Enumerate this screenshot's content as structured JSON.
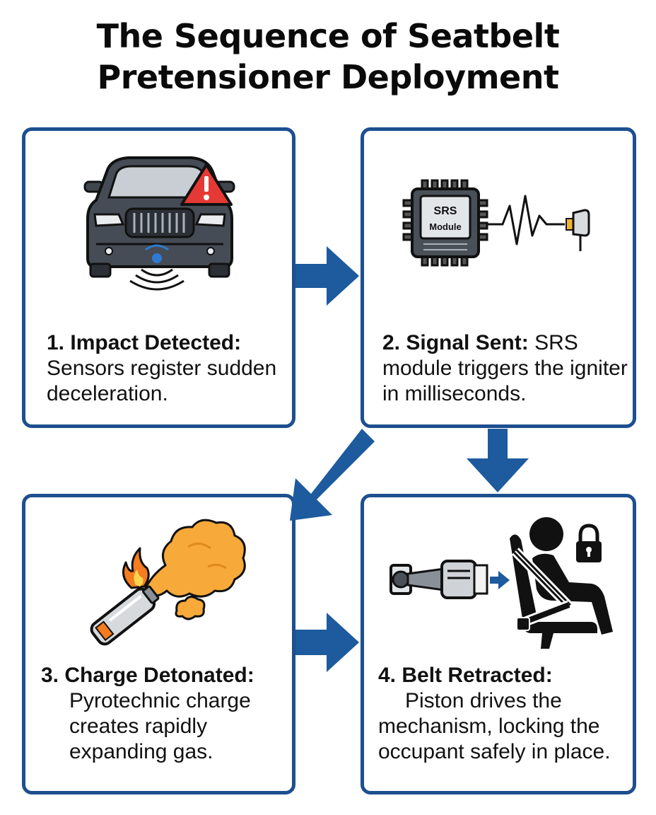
{
  "title": {
    "line1": "The Sequence of Seatbelt",
    "line2": "Pretensioner Deployment"
  },
  "steps": [
    {
      "head": "1. Impact Detected:",
      "body": "Sensors register sudden deceleration.",
      "icon": "car-impact-sensor-icon"
    },
    {
      "head": "2. Signal Sent:",
      "body": "SRS module triggers the igniter in milliseconds.",
      "icon": "srs-module-chip-icon",
      "chip_label_1": "SRS",
      "chip_label_2": "Module"
    },
    {
      "head": "3. Charge Detonated:",
      "body": "Pyrotechnic charge creates rapidly expanding gas.",
      "icon": "pyrotechnic-explosion-icon"
    },
    {
      "head": "4. Belt Retracted:",
      "body_line1": "Piston drives the",
      "body_line2": "mechanism, locking the occupant safely in place.",
      "icon": "piston-seatbelt-lock-icon"
    }
  ],
  "colors": {
    "border": "#1d4f8f",
    "arrow": "#1d5a9e",
    "warning": "#e53935",
    "flame": "#f57c1f",
    "cloud": "#f7a93a"
  }
}
